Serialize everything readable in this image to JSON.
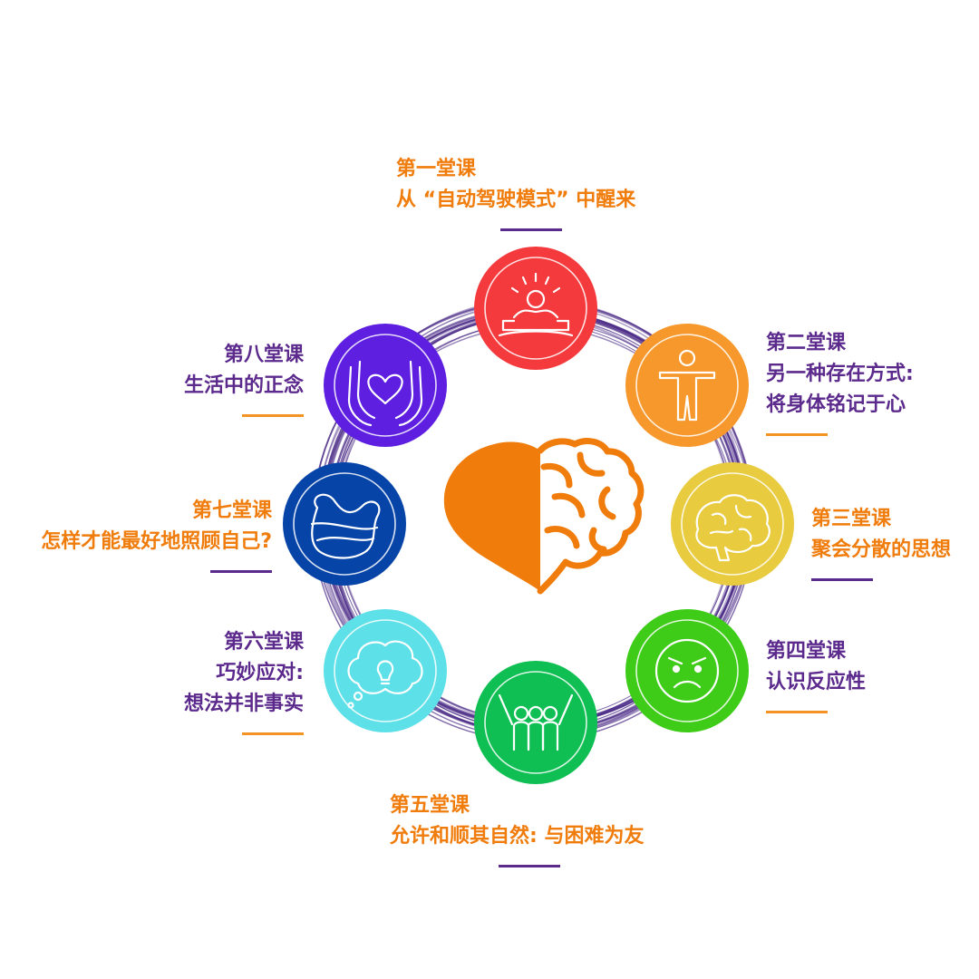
{
  "colors": {
    "ring": "#4a2a86",
    "heart": "#f07c0c",
    "orange_text": "#f07c0c",
    "purple_text": "#5b2a8c",
    "orange_rule": "#f39323",
    "purple_rule": "#5b2a8c"
  },
  "lessons": [
    {
      "title": "第一堂课",
      "subtitle_lines": [
        "从 “自动驾驶模式” 中醒来"
      ],
      "color": "#f43a3d",
      "icon": "meditation-sunrise-icon",
      "text_color": "orange",
      "rule_color": "purple"
    },
    {
      "title": "第二堂课",
      "subtitle_lines": [
        "另一种存在方式:",
        "将身体铭记于心"
      ],
      "color": "#f6982b",
      "icon": "standing-person-icon",
      "text_color": "purple",
      "rule_color": "orange"
    },
    {
      "title": "第三堂课",
      "subtitle_lines": [
        "聚会分散的思想"
      ],
      "color": "#e8cb3f",
      "icon": "brain-icon",
      "text_color": "orange",
      "rule_color": "purple"
    },
    {
      "title": "第四堂课",
      "subtitle_lines": [
        "认识反应性"
      ],
      "color": "#3fcc19",
      "icon": "angry-face-icon",
      "text_color": "purple",
      "rule_color": "orange"
    },
    {
      "title": "第五堂课",
      "subtitle_lines": [
        "允许和顺其自然: 与困难为友"
      ],
      "color": "#0fbf54",
      "icon": "group-cheering-icon",
      "text_color": "orange",
      "rule_color": "purple"
    },
    {
      "title": "第六堂课",
      "subtitle_lines": [
        "巧妙应对:",
        "想法并非事实"
      ],
      "color": "#5ee0e8",
      "icon": "lightbulb-thought-icon",
      "text_color": "purple",
      "rule_color": "orange"
    },
    {
      "title": "第七堂课",
      "subtitle_lines": [
        "怎样才能最好地照顾自己?"
      ],
      "color": "#0744a8",
      "icon": "self-hug-icon",
      "text_color": "orange",
      "rule_color": "purple"
    },
    {
      "title": "第八堂课",
      "subtitle_lines": [
        "生活中的正念"
      ],
      "color": "#5e1fe0",
      "icon": "hands-heart-icon",
      "text_color": "purple",
      "rule_color": "orange"
    }
  ],
  "center": {
    "icon": "heart-brain-icon"
  }
}
